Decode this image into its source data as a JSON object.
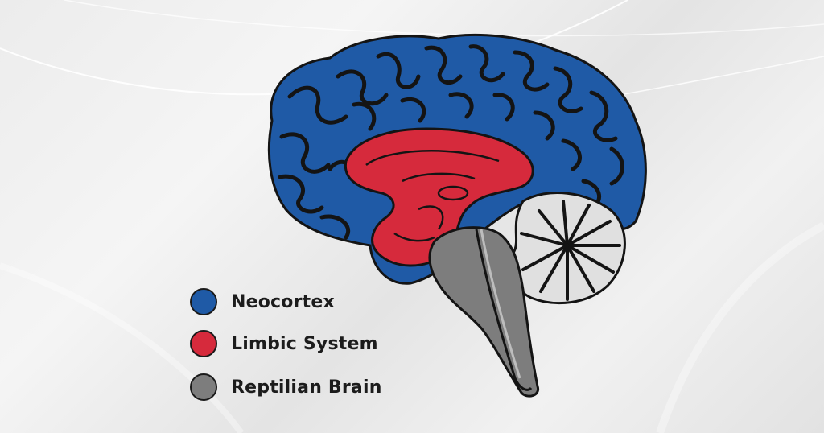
{
  "legend": {
    "items": [
      {
        "label": "Neocortex",
        "color": "#1f5aa6"
      },
      {
        "label": "Limbic System",
        "color": "#d62a3c"
      },
      {
        "label": "Reptilian Brain",
        "color": "#7d7d7d"
      }
    ]
  },
  "colors": {
    "neocortex": "#1f5aa6",
    "limbic": "#d62a3c",
    "reptilian": "#7d7d7d",
    "cerebellum": "#e0e0e0",
    "outline": "#141414"
  }
}
